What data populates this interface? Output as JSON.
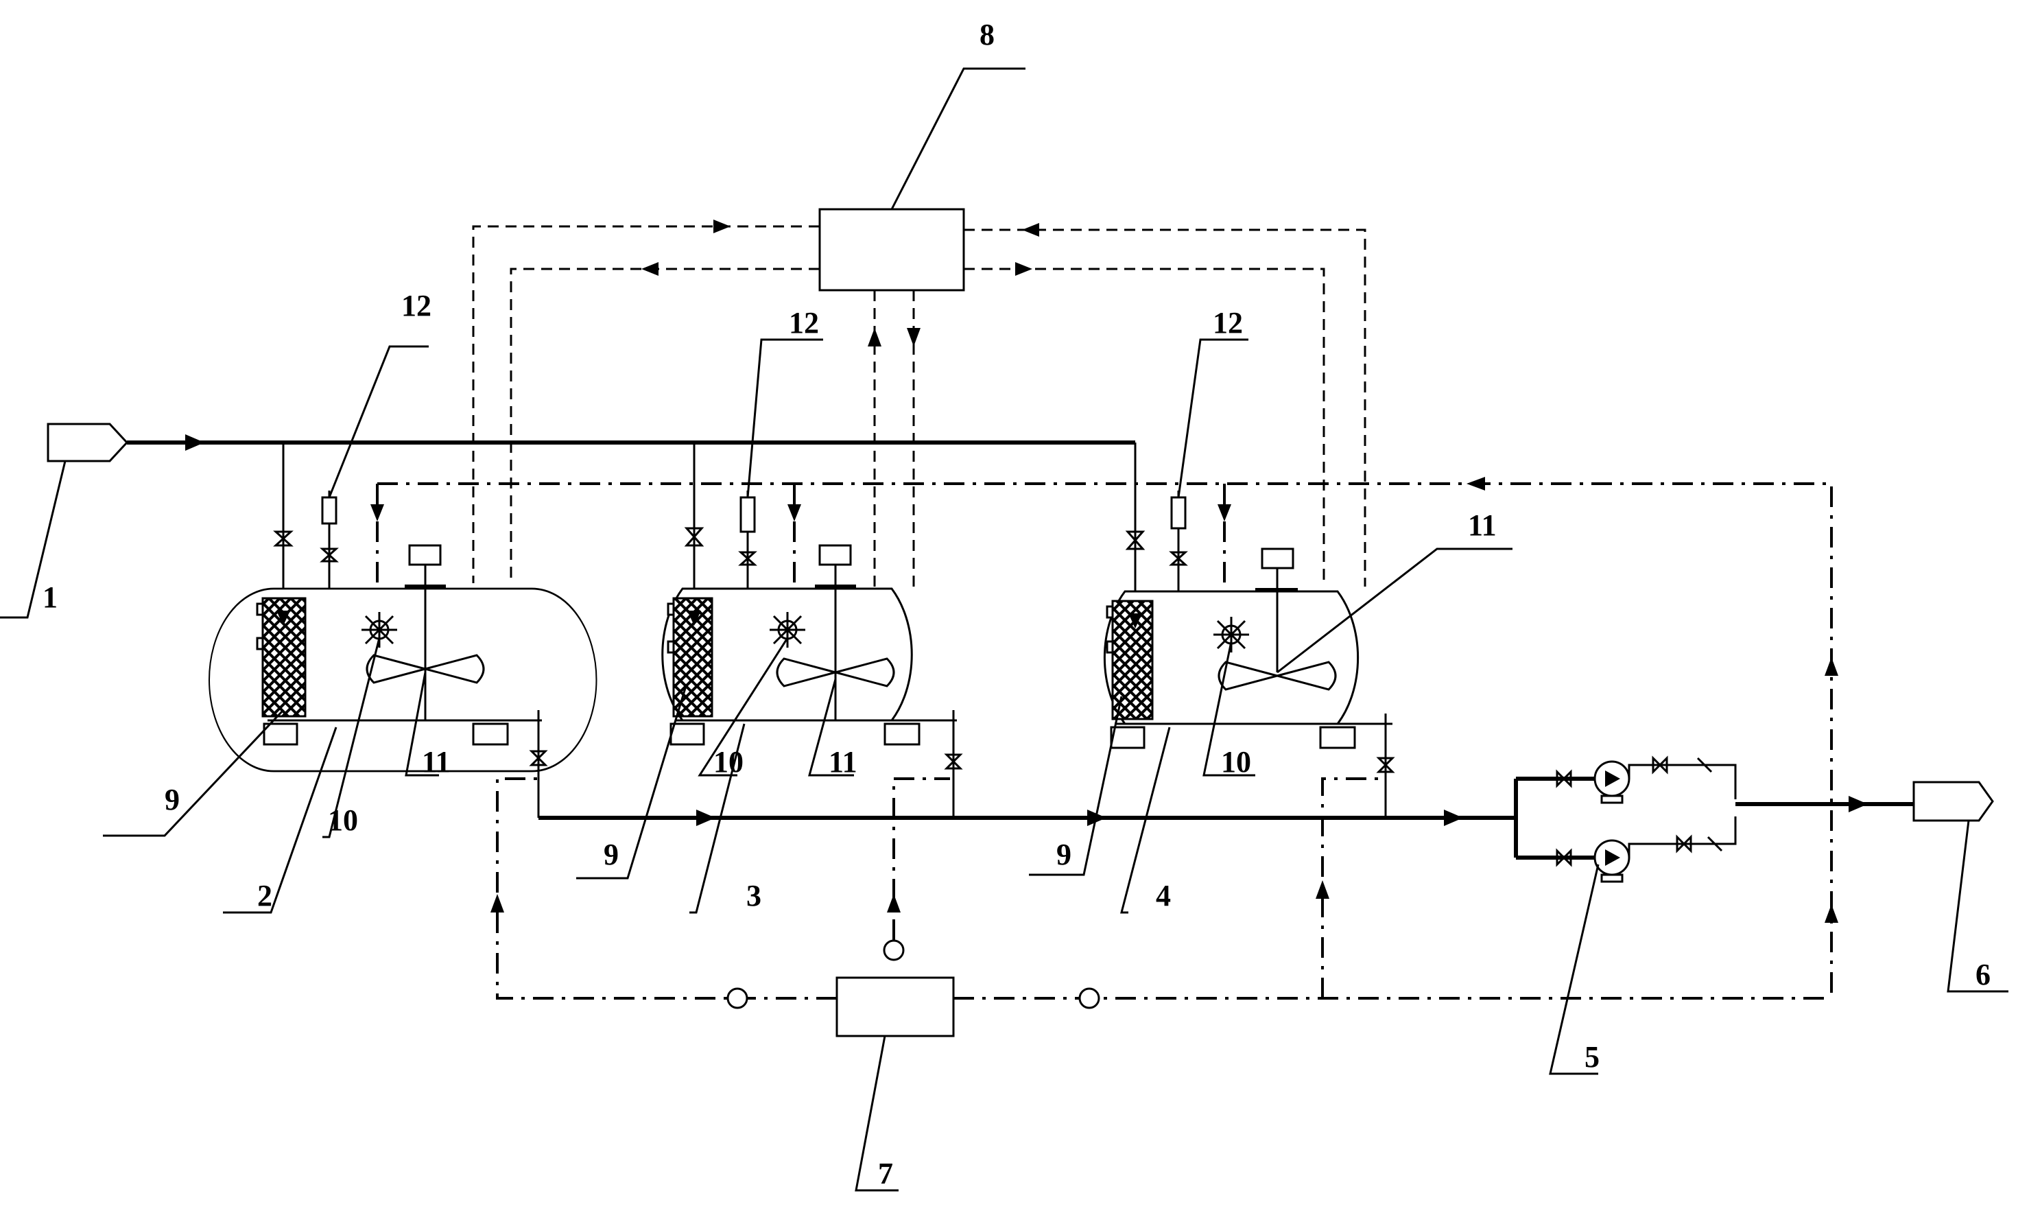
{
  "labels": {
    "l1": "1",
    "l2": "2",
    "l3": "3",
    "l4": "4",
    "l5": "5",
    "l6": "6",
    "l7": "7",
    "l8": "8",
    "l9a": "9",
    "l9b": "9",
    "l9c": "9",
    "l10a": "10",
    "l10b": "10",
    "l10c": "10",
    "l11a": "11",
    "l11b": "11",
    "l11c": "11",
    "l12a": "12",
    "l12b": "12",
    "l12c": "12"
  }
}
